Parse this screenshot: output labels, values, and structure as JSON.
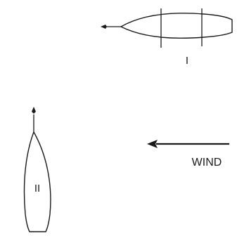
{
  "diagram": {
    "boat_one_label": "I",
    "boat_two_label": "II",
    "wind_label": "WIND",
    "ink_color": "#1a1a1a",
    "background": "#ffffff"
  }
}
